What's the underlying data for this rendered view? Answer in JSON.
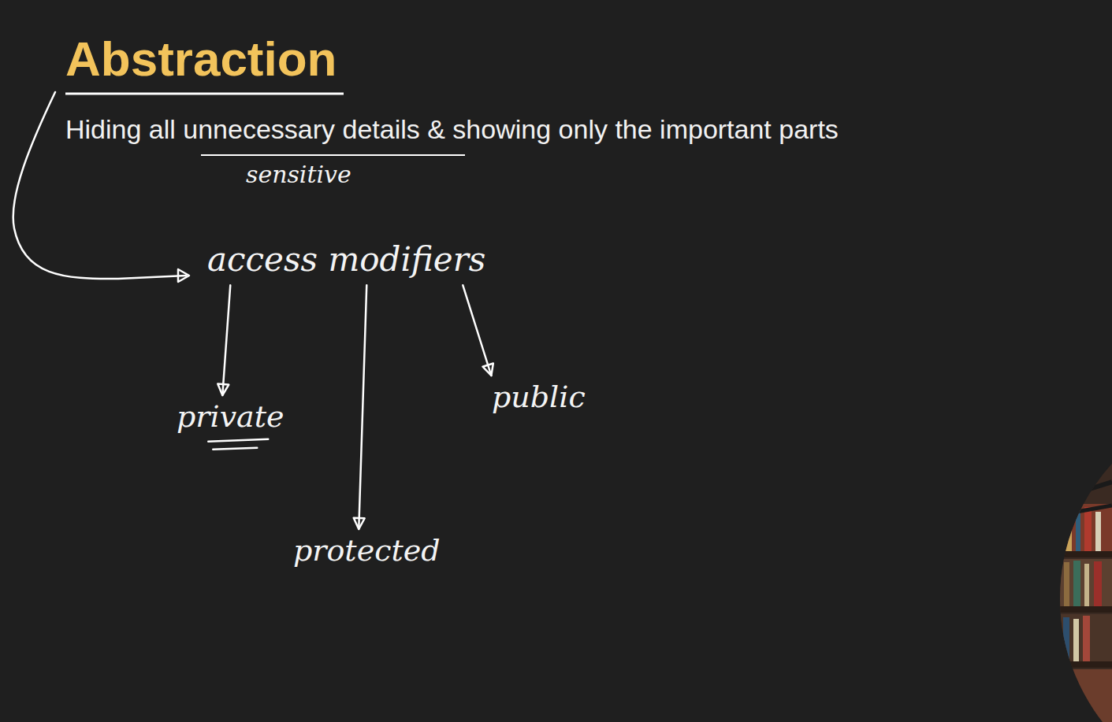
{
  "diagram": {
    "title": "Abstraction",
    "nodes": [
      {
        "text": [
          "access modifiers"
        ]
      },
      {
        "text": [
          "private"
        ]
      },
      {
        "text": [
          "protected"
        ]
      },
      {
        "text": [
          "public"
        ]
      }
    ],
    "edges": [
      {
        "from": 0,
        "to": 1,
        "arrow": "to"
      },
      {
        "from": 0,
        "to": 2,
        "arrow": "to"
      },
      {
        "from": 0,
        "to": 3,
        "arrow": "to"
      }
    ],
    "labels": [
      "Hiding all unnecessary details & showing only the important parts",
      "sensitive"
    ]
  }
}
